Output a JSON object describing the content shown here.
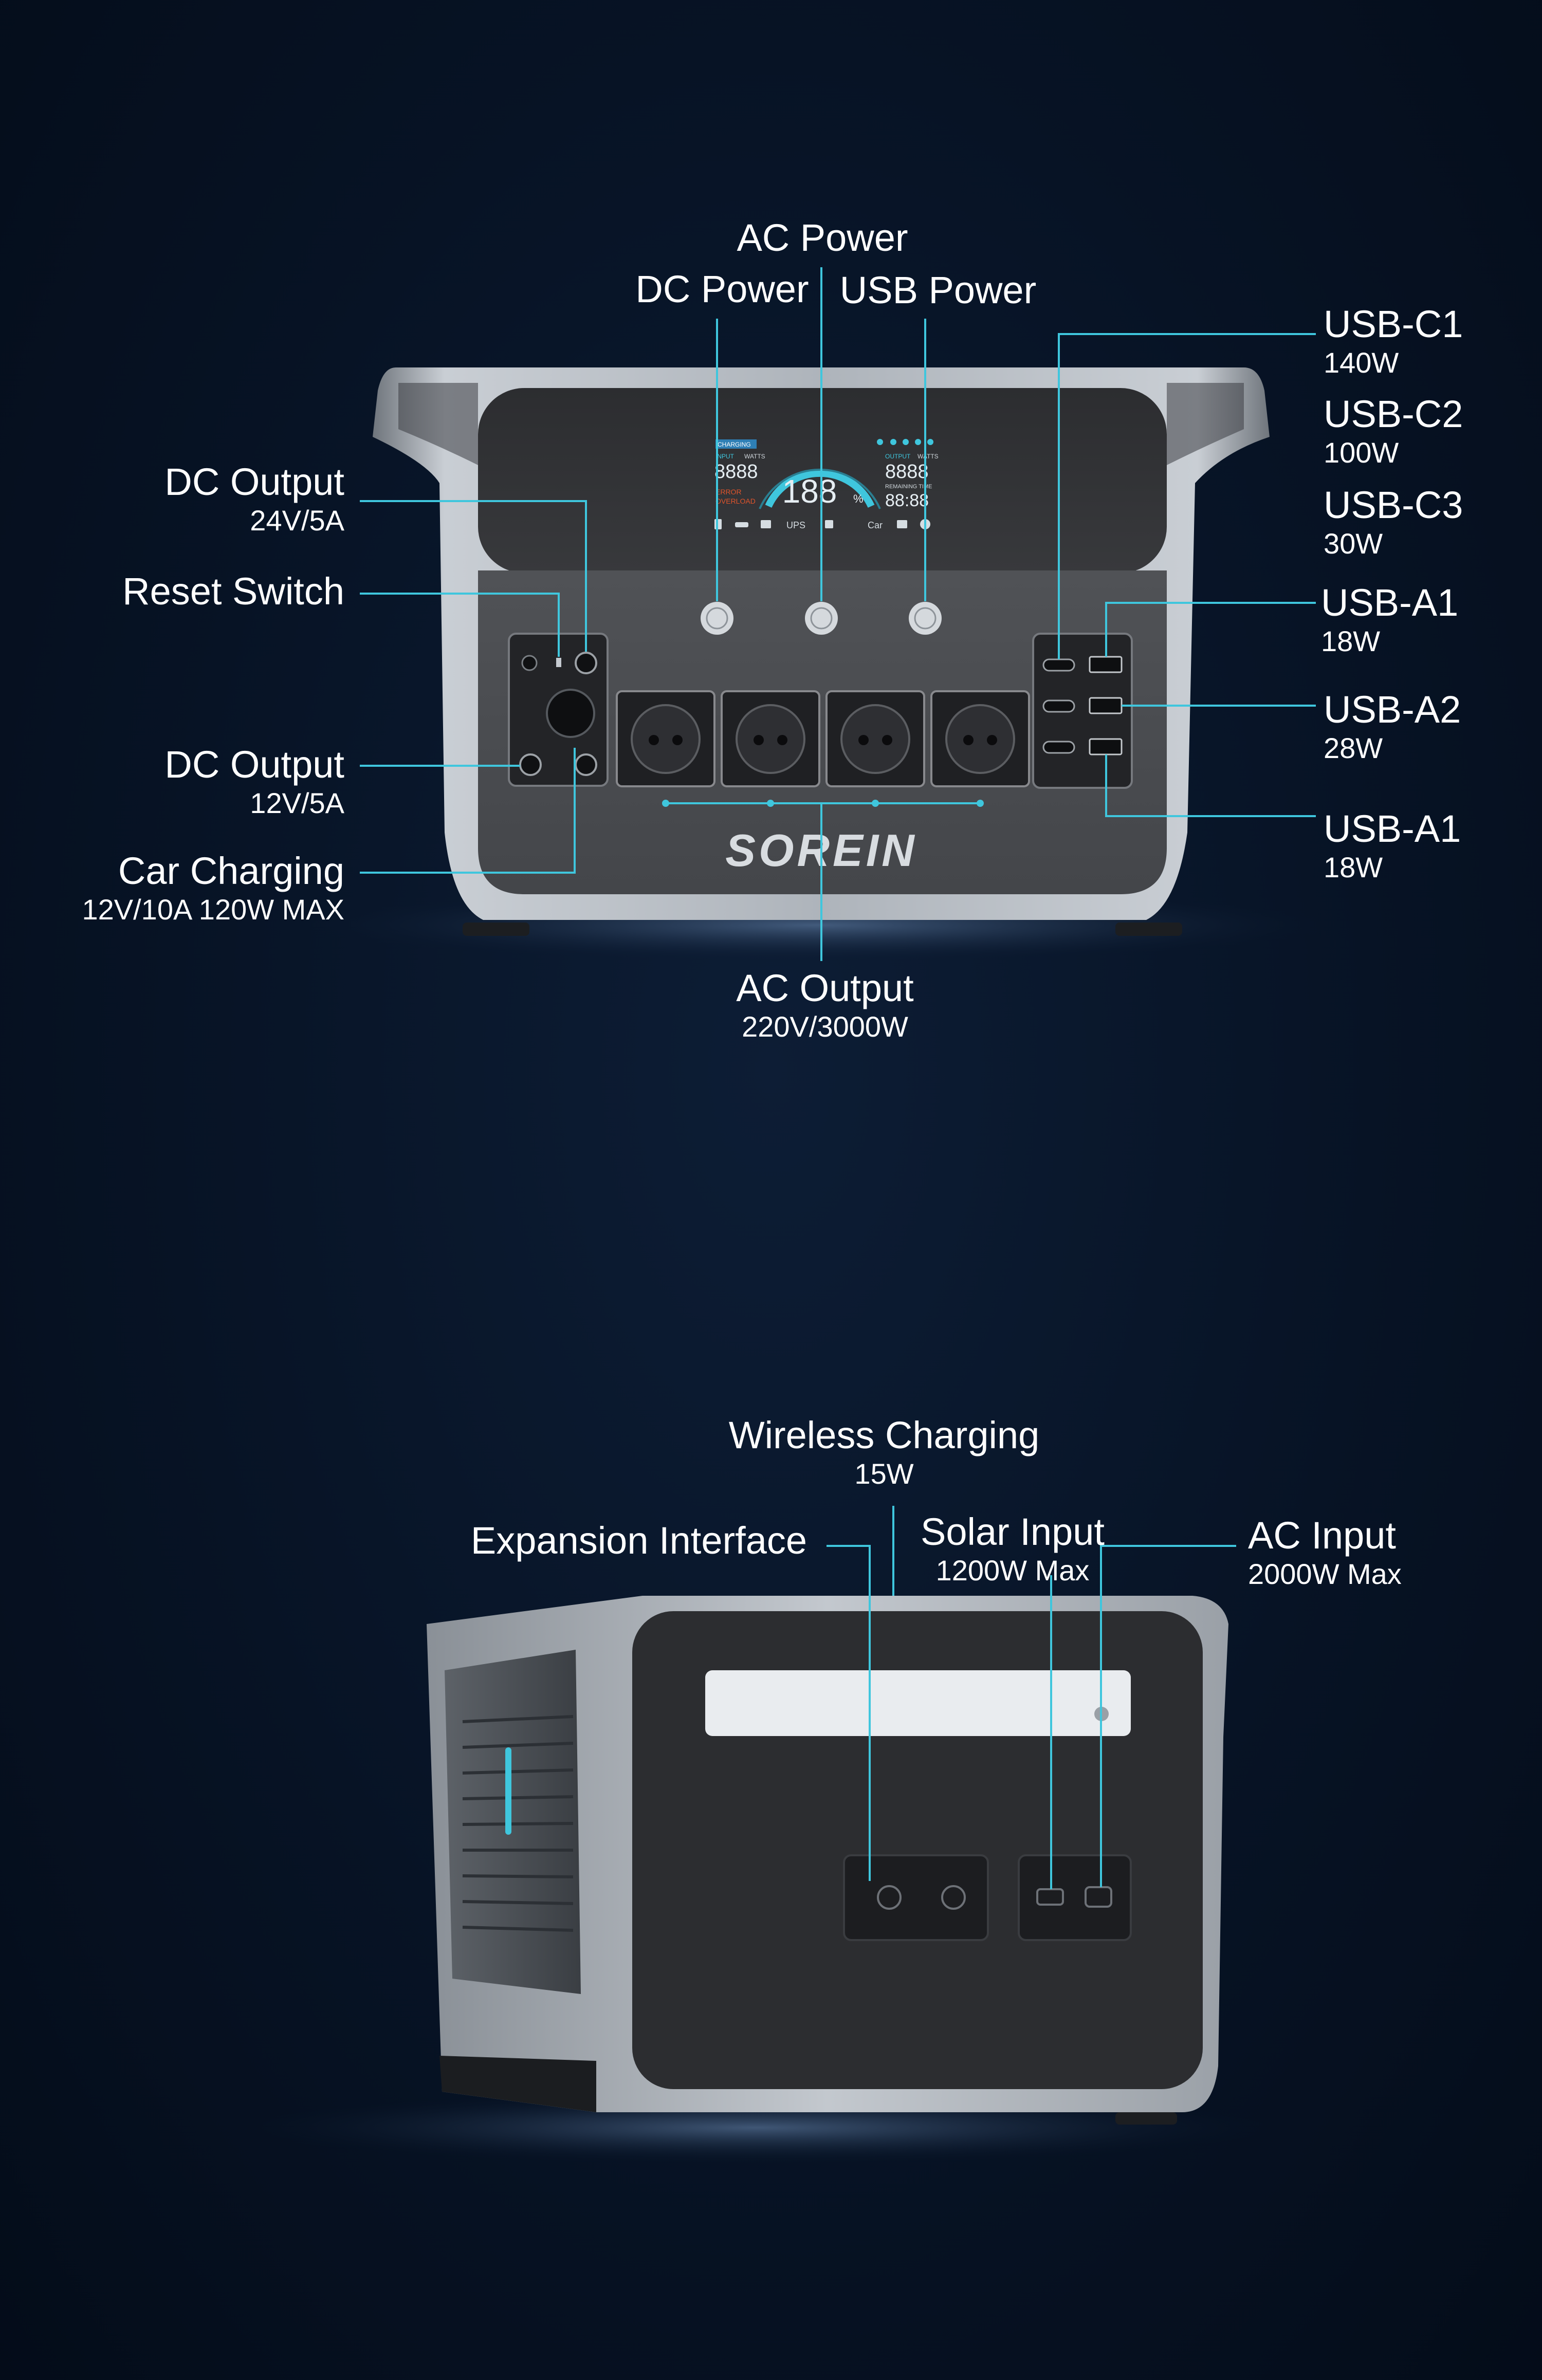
{
  "brand": "SOREIN",
  "colors": {
    "background": "#071325",
    "accent": "#3fc6dd",
    "panel": "#3b3c3f",
    "frame": "#b9bec4"
  },
  "front_view": {
    "top_labels": {
      "ac_power": "AC Power",
      "dc_power": "DC Power",
      "usb_power": "USB Power"
    },
    "left_labels": [
      {
        "title": "DC Output",
        "sub": "24V/5A"
      },
      {
        "title": "Reset Switch",
        "sub": ""
      },
      {
        "title": "DC Output",
        "sub": "12V/5A"
      },
      {
        "title": "Car Charging",
        "sub": "12V/10A 120W MAX"
      }
    ],
    "right_labels": [
      {
        "title": "USB-C1",
        "sub": "140W"
      },
      {
        "title": "USB-C2",
        "sub": "100W"
      },
      {
        "title": "USB-C3",
        "sub": "30W"
      },
      {
        "title": "USB-A1",
        "sub": "18W"
      },
      {
        "title": "USB-A2",
        "sub": "28W"
      },
      {
        "title": "USB-A1",
        "sub": "18W"
      }
    ],
    "bottom_label": {
      "title": "AC Output",
      "sub": "220V/3000W"
    },
    "display": {
      "center_value": "188",
      "center_unit": "%",
      "left_digits": "8888",
      "right_digits": "8888",
      "time_digits": "88:88",
      "charging_tag": "CHARGING",
      "input_tag": "INPUT",
      "watts_tag": "WATTS",
      "output_tag": "OUTPUT",
      "remaining_tag": "REMAINING TIME",
      "error_tag": "ERROR",
      "overload_tag": "OVERLOAD",
      "ups_tag": "UPS",
      "car_tag": "Car"
    }
  },
  "back_view": {
    "wireless": {
      "title": "Wireless Charging",
      "sub": "15W"
    },
    "expansion": {
      "title": "Expansion Interface",
      "sub": ""
    },
    "solar": {
      "title": "Solar Input",
      "sub": "1200W Max"
    },
    "ac_input": {
      "title": "AC Input",
      "sub": "2000W Max"
    }
  }
}
